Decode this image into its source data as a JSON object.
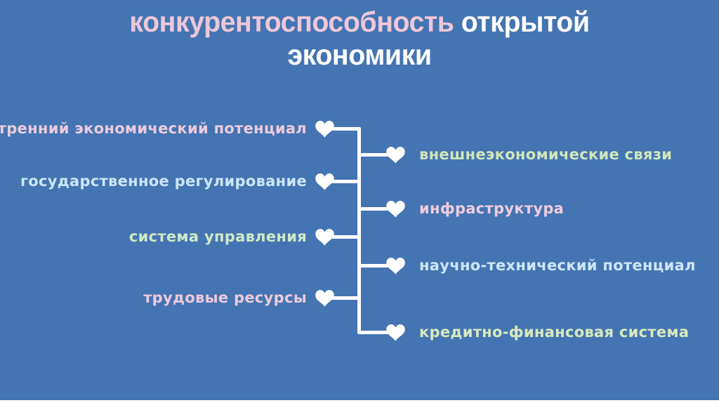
{
  "slide": {
    "colors": {
      "background": "#4474b2",
      "connector": "#ffffff",
      "title_pink": "#ecc7d9",
      "title_white": "#ffffff"
    },
    "title": {
      "segment_pink": "конкурентоспособность",
      "segment_white": "открытой",
      "line2": "экономики"
    },
    "diagram": {
      "left_items": [
        {
          "label": "внутренний экономический потенциал",
          "color": "#eccbdd"
        },
        {
          "label": "государственное регулирование",
          "color": "#cbe6f5"
        },
        {
          "label": "система управления",
          "color": "#cfe9c6"
        },
        {
          "label": "трудовые ресурсы",
          "color": "#ecc9dc"
        }
      ],
      "right_items": [
        {
          "label": "внешнеэкономические связи",
          "color": "#cfe7ba"
        },
        {
          "label": "инфраструктура",
          "color": "#eeccdf"
        },
        {
          "label": "научно-технический потенциал",
          "color": "#cde7f6"
        },
        {
          "label": "кредитно-финансовая система",
          "color": "#d7eabc"
        }
      ],
      "bullet_icon": "heart-icon"
    }
  }
}
